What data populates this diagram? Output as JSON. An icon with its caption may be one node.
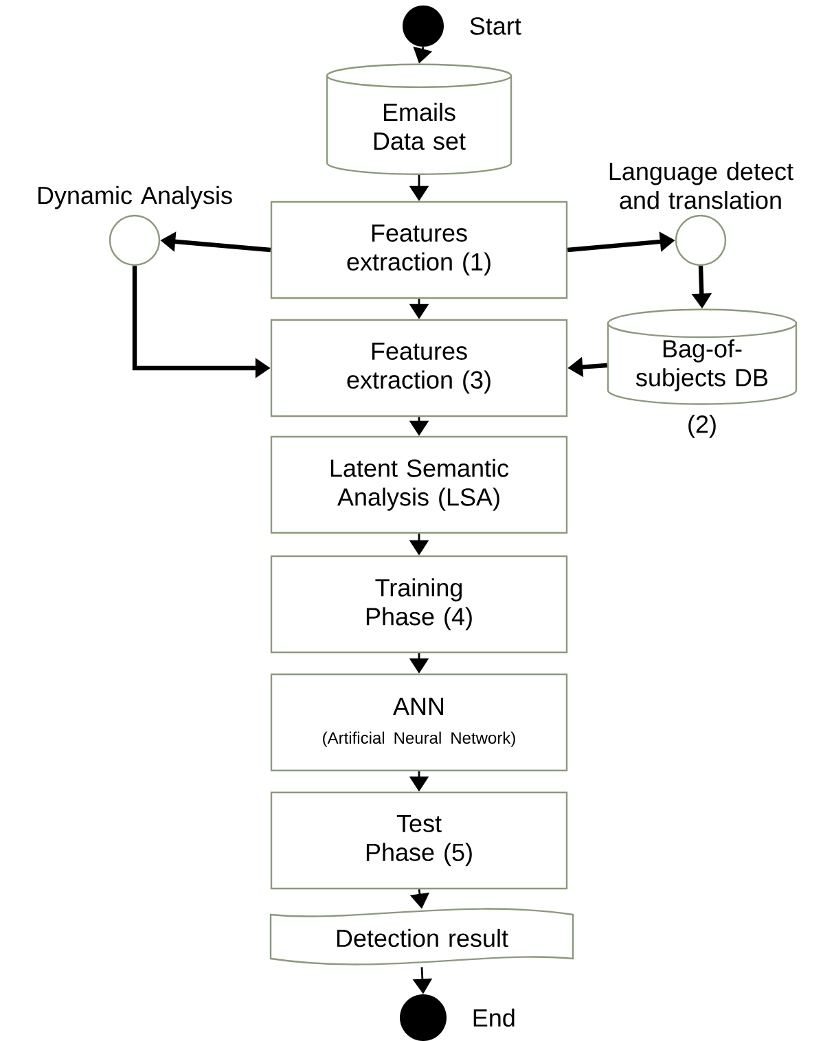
{
  "diagram": {
    "nodes": [
      {
        "text": [],
        "shape": "circle",
        "beside": [
          "Start"
        ]
      },
      {
        "text": [
          "Emails Data set"
        ]
      },
      {
        "text": [
          "Features extraction (1)"
        ]
      },
      {
        "text": [
          "Dynamic Analysis"
        ]
      },
      {
        "text": [
          "Language detect and translation"
        ]
      },
      {
        "text": [
          "Bag-of-subjects DB"
        ],
        "beside": [
          "(2)"
        ]
      },
      {
        "text": [
          "Features extraction (3)"
        ]
      },
      {
        "text": [
          "Latent Semantic Analysis (LSA)"
        ]
      },
      {
        "text": [
          "Training Phase (4)"
        ]
      },
      {
        "text": [
          "ANN",
          "(Artificial Neural Network)"
        ]
      },
      {
        "text": [
          "Test Phase (5)"
        ]
      },
      {
        "text": [
          "Detection result"
        ]
      },
      {
        "text": [],
        "shape": "circle",
        "beside": [
          "End"
        ]
      }
    ],
    "edges": [
      {
        "from": 0,
        "to": 1,
        "arrow": "to"
      },
      {
        "from": 1,
        "to": 2,
        "arrow": "to"
      },
      {
        "from": 2,
        "to": 3,
        "arrow": "to",
        "style": "thick"
      },
      {
        "from": 2,
        "to": 4,
        "arrow": "to",
        "style": "thick"
      },
      {
        "from": 4,
        "to": 5,
        "arrow": "to",
        "style": "thick"
      },
      {
        "from": 3,
        "to": 6,
        "arrow": "to",
        "style": "thick"
      },
      {
        "from": 5,
        "to": 6,
        "arrow": "to",
        "style": "thick"
      },
      {
        "from": 2,
        "to": 6,
        "arrow": "to"
      },
      {
        "from": 6,
        "to": 7,
        "arrow": "to"
      },
      {
        "from": 7,
        "to": 8,
        "arrow": "to"
      },
      {
        "from": 8,
        "to": 9,
        "arrow": "to"
      },
      {
        "from": 9,
        "to": 10,
        "arrow": "to"
      },
      {
        "from": 10,
        "to": 11,
        "arrow": "to"
      },
      {
        "from": 11,
        "to": 12,
        "arrow": "to"
      }
    ]
  }
}
